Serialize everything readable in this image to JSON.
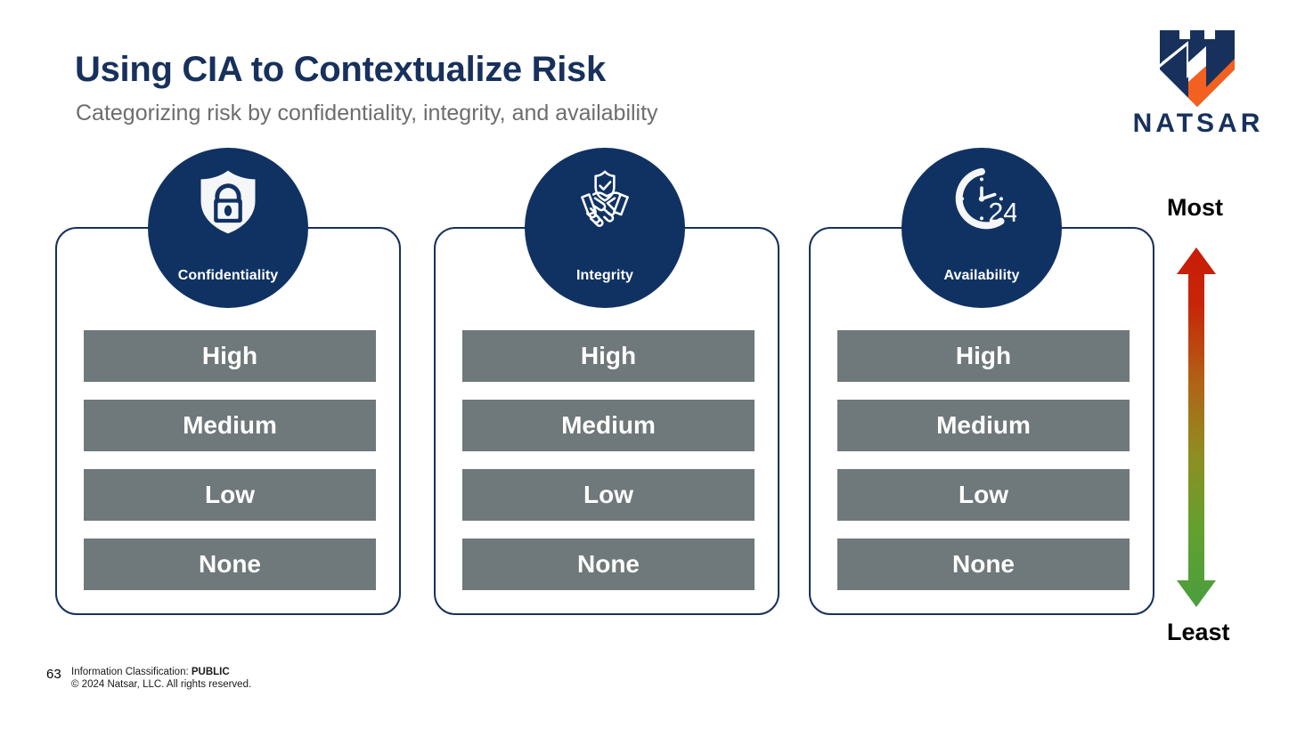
{
  "slide": {
    "title": "Using CIA to Contextualize Risk",
    "subtitle": "Categorizing risk by confidentiality, integrity, and availability"
  },
  "brand": {
    "wordmark": "NATSAR",
    "navy": "#17315c",
    "orange": "#f4601f",
    "logo_icon": "natsar-shield-logo"
  },
  "pillars": [
    {
      "key": "confidentiality",
      "label": "Confidentiality",
      "icon": "shield-lock-icon",
      "levels": [
        "High",
        "Medium",
        "Low",
        "None"
      ]
    },
    {
      "key": "integrity",
      "label": "Integrity",
      "icon": "handshake-shield-check-icon",
      "levels": [
        "High",
        "Medium",
        "Low",
        "None"
      ]
    },
    {
      "key": "availability",
      "label": "Availability",
      "icon": "clock-24-hour-icon",
      "levels": [
        "High",
        "Medium",
        "Low",
        "None"
      ]
    }
  ],
  "scale": {
    "top_label": "Most",
    "bottom_label": "Least",
    "icon": "double-headed-vertical-arrow-icon",
    "gradient_top_color": "#c81c08",
    "gradient_mid_color": "#9a8a24",
    "gradient_bottom_color": "#4a9e3f"
  },
  "colors": {
    "circle_navy": "#103263",
    "card_border_navy": "#17315c",
    "level_bar_gray": "#6f787a",
    "title_navy": "#17315c",
    "subtitle_gray": "#6d6d6d"
  },
  "footer": {
    "page_number": "63",
    "classification_prefix": "Information Classification: ",
    "classification_value": "PUBLIC",
    "copyright": "© 2024 Natsar, LLC. All rights reserved."
  }
}
